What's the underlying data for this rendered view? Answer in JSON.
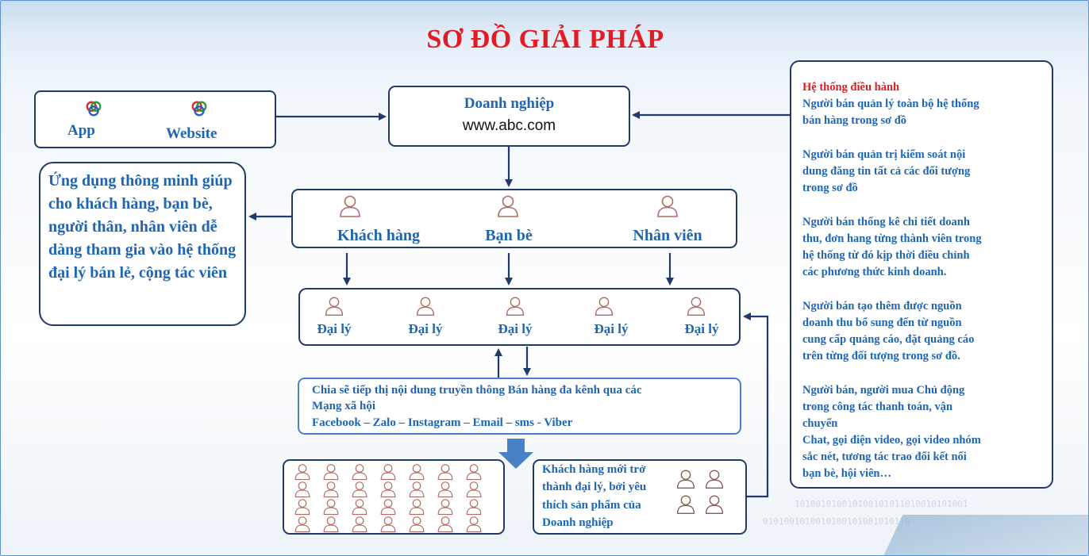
{
  "title": "SƠ ĐỒ GIẢI PHÁP",
  "app_box": {
    "app_label": "App",
    "website_label": "Website"
  },
  "business": {
    "name": "Doanh nghiệp",
    "url": "www.abc.com"
  },
  "smart_app": {
    "text": "Ứng dụng thông minh giúp cho khách hàng, bạn bè, người thân, nhân viên dễ dàng tham gia vào hệ thống đại lý bán lẻ, cộng tác viên"
  },
  "groups": [
    "Khách hàng",
    "Bạn bè",
    "Nhân viên"
  ],
  "agents": [
    "Đại lý",
    "Đại lý",
    "Đại lý",
    "Đại lý",
    "Đại lý"
  ],
  "share": {
    "line1": "Chia sẽ tiếp thị nội dung truyền thông Bán hàng đa kênh qua các",
    "line2": "Mạng xã hội",
    "line3": "Facebook – Zalo – Instagram – Email – sms - Viber"
  },
  "new_customers": {
    "lines": [
      "Khách hàng mới trở",
      "thành đại lý, bởi yêu",
      "thích sản phẩm của",
      "Doanh nghiệp"
    ]
  },
  "system": {
    "heading": "Hệ thống điều hành",
    "p1": [
      "Người bán quản lý toàn bộ hệ thống",
      "bán hàng trong sơ đồ"
    ],
    "p2": [
      "Người bán quản trị kiểm soát nội",
      "dung đăng tin tất cả các đối tượng",
      "trong sơ đồ"
    ],
    "p3": [
      "Người bán thống kê chi tiết doanh",
      "thu, đơn hang từng thành viên trong",
      "hệ thống từ đó kịp thời điều chỉnh",
      "các phương thức kinh doanh."
    ],
    "p4": [
      "Người bán tạo thêm được nguồn",
      "doanh thu bổ sung đến từ nguồn",
      "cung cấp quảng cáo, đặt quảng cáo",
      "trên từng đối tượng trong sơ đồ."
    ],
    "p5": [
      "Người bán, người mua Chủ động",
      "trong công tác thanh toán, vận",
      "chuyển",
      "Chat, gọi điện video, gọi video nhóm",
      "sắc nét, tương tác trao đổi kết nối",
      "bạn bè, hội viên…"
    ]
  },
  "colors": {
    "title_red": "#e31b23",
    "text_blue": "#1e66b2",
    "border_navy": "#1f3b69",
    "arrow_blue": "#4a80c4"
  }
}
